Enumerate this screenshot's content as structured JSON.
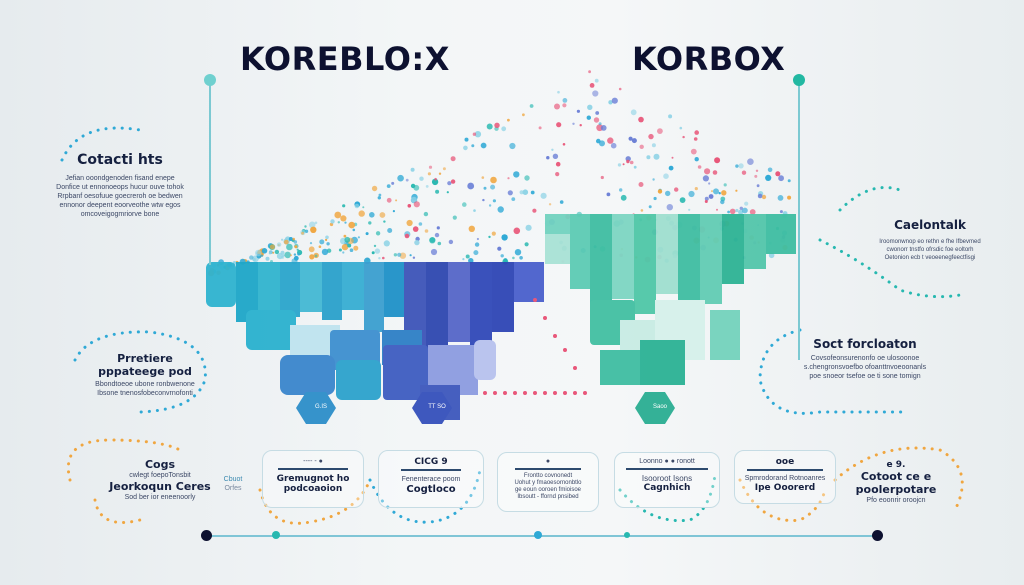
{
  "header": {
    "left_brand": "KOREBLO:X",
    "right_brand": "KORBOX"
  },
  "colors": {
    "navy": "#0d1130",
    "teal": "#27b8b0",
    "cyan": "#2fa9d6",
    "blue": "#3b4fc4",
    "mint": "#4fc7a7",
    "orange": "#f0a640",
    "pink": "#e8577a",
    "background": "#f1f4f6"
  },
  "callouts": {
    "top_left": {
      "title": "Cotacti hts",
      "lines": [
        "Jefian ooondgenoden fisand enepe",
        "Donfice ut ennonoeops hucur ouve tohok",
        "Rrpbanf oesofuue goecreroh oe bedwen",
        "ennonor deepent eoorveothe wtw egos",
        "omcoveigogmriorve bone"
      ]
    },
    "mid_left": {
      "title_line1": "Prretiere",
      "title_line2": "pppateege pod",
      "lines": [
        "Bbondtoeoe ubone ronbwenone",
        "Ibsone tnenosfobeconvrnofonti"
      ]
    },
    "right_top": {
      "title": "Caelontalk",
      "lines": [
        "Iroomonwnop eo rethn e fhe Ifbevmed",
        "cwonorr tnstfo ofrsdic foe eoltorh",
        "Oetonion ecb t veoeenegfeectfisgi"
      ]
    },
    "right_mid": {
      "title": "Soct forcloaton",
      "lines": [
        "Covsofeonsurenonfo oe ulosoonoe",
        "s.chengronsvoefbo ofoanttnvoeoonanls",
        "poe snoeor tsefoe oe ti sone tomign"
      ]
    },
    "bottom_left": {
      "title": "Cogs",
      "subline": "cwlegt foepoTonsbit",
      "title2": "Jeorkoqun Ceres",
      "footer": "Sod ber ior eneenoorly",
      "side_note_line1": "Cbuot",
      "side_note_line2": "Orfes"
    },
    "bottom_right": {
      "header": "e 9.",
      "title_line1": "Cotoot ce e",
      "title_line2": "poolerpotare",
      "footer": "Pfo eoonrir oroojcn"
    }
  },
  "bottom_boxes": [
    {
      "header": "---- - ●",
      "title_line1": "Gremugnot ho",
      "title_line2": "podcoaoion"
    },
    {
      "header": "CICG 9",
      "subtitle": "Fenenterace poom",
      "title": "Cogtloco"
    },
    {
      "header": "●",
      "lines": [
        "Frontto covnonedt",
        "Uohut y fmaoesornonbtlo",
        "ge eoun ooroen fmioisoe",
        "Ibsoutt - ffornd pnsibed"
      ]
    },
    {
      "header": "Loonno ● ● ronott",
      "title_line1": "Isooroot Isons",
      "title_line2": "Cagnhich"
    },
    {
      "header": "ooe",
      "subtitle": "Spmrodorand Rotnoanres",
      "title": "Ipe Ooorerd"
    }
  ],
  "chart_blocks": {
    "left_block_label": "G.IS",
    "center_block_label": "TT SO",
    "right_block_label": "Saoo"
  }
}
